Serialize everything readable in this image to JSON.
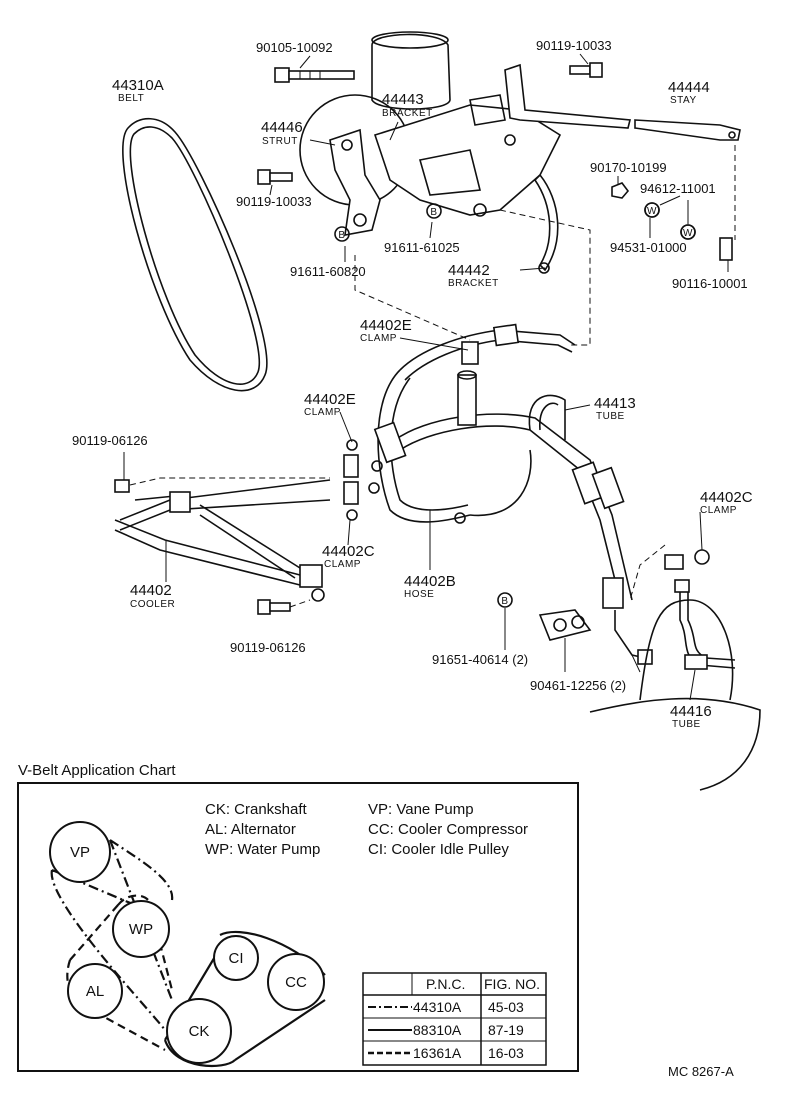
{
  "parts": {
    "p44310A": {
      "num": "44310A",
      "name": "BELT"
    },
    "p90105": {
      "num": "90105-10092"
    },
    "p44443": {
      "num": "44443",
      "name": "BRACKET"
    },
    "p44446": {
      "num": "44446",
      "name": "STRUT"
    },
    "p90119a": {
      "num": "90119-10033"
    },
    "p90119b": {
      "num": "90119-10033"
    },
    "p44444": {
      "num": "44444",
      "name": "STAY"
    },
    "p90170": {
      "num": "90170-10199"
    },
    "p94612": {
      "num": "94612-11001"
    },
    "p94531": {
      "num": "94531-01000"
    },
    "p91611a": {
      "num": "91611-61025"
    },
    "p91611b": {
      "num": "91611-60820"
    },
    "p44442": {
      "num": "44442",
      "name": "BRACKET"
    },
    "p90116": {
      "num": "90116-10001"
    },
    "p44402Ea": {
      "num": "44402E",
      "name": "CLAMP"
    },
    "p44402Eb": {
      "num": "44402E",
      "name": "CLAMP"
    },
    "p44413": {
      "num": "44413",
      "name": "TUBE"
    },
    "p90119c": {
      "num": "90119-06126"
    },
    "p44402Ca": {
      "num": "44402C",
      "name": "CLAMP"
    },
    "p44402Cb": {
      "num": "44402C",
      "name": "CLAMP"
    },
    "p44402": {
      "num": "44402",
      "name": "COOLER"
    },
    "p44402B": {
      "num": "44402B",
      "name": "HOSE"
    },
    "p90119d": {
      "num": "90119-06126"
    },
    "p91651": {
      "num": "91651-40614 (2)"
    },
    "p90461": {
      "num": "90461-12256 (2)"
    },
    "p44416": {
      "num": "44416",
      "name": "TUBE"
    }
  },
  "markers": {
    "B": "B",
    "W": "W"
  },
  "chart": {
    "title": "V-Belt Application Chart",
    "legend": {
      "ck": "CK: Crankshaft",
      "al": "AL: Alternator",
      "wp": "WP: Water Pump",
      "vp": "VP: Vane Pump",
      "cc": "CC: Cooler Compressor",
      "ci": "CI: Cooler Idle Pulley"
    },
    "pulleys": {
      "vp": "VP",
      "wp": "WP",
      "al": "AL",
      "ck": "CK",
      "ci": "CI",
      "cc": "CC"
    },
    "table": {
      "headers": [
        "P.N.C.",
        "FIG. NO."
      ],
      "rows": [
        {
          "pnc": "44310A",
          "fig": "45-03"
        },
        {
          "pnc": "88310A",
          "fig": "87-19"
        },
        {
          "pnc": "16361A",
          "fig": "16-03"
        }
      ]
    }
  },
  "footer_code": "MC 8267-A"
}
